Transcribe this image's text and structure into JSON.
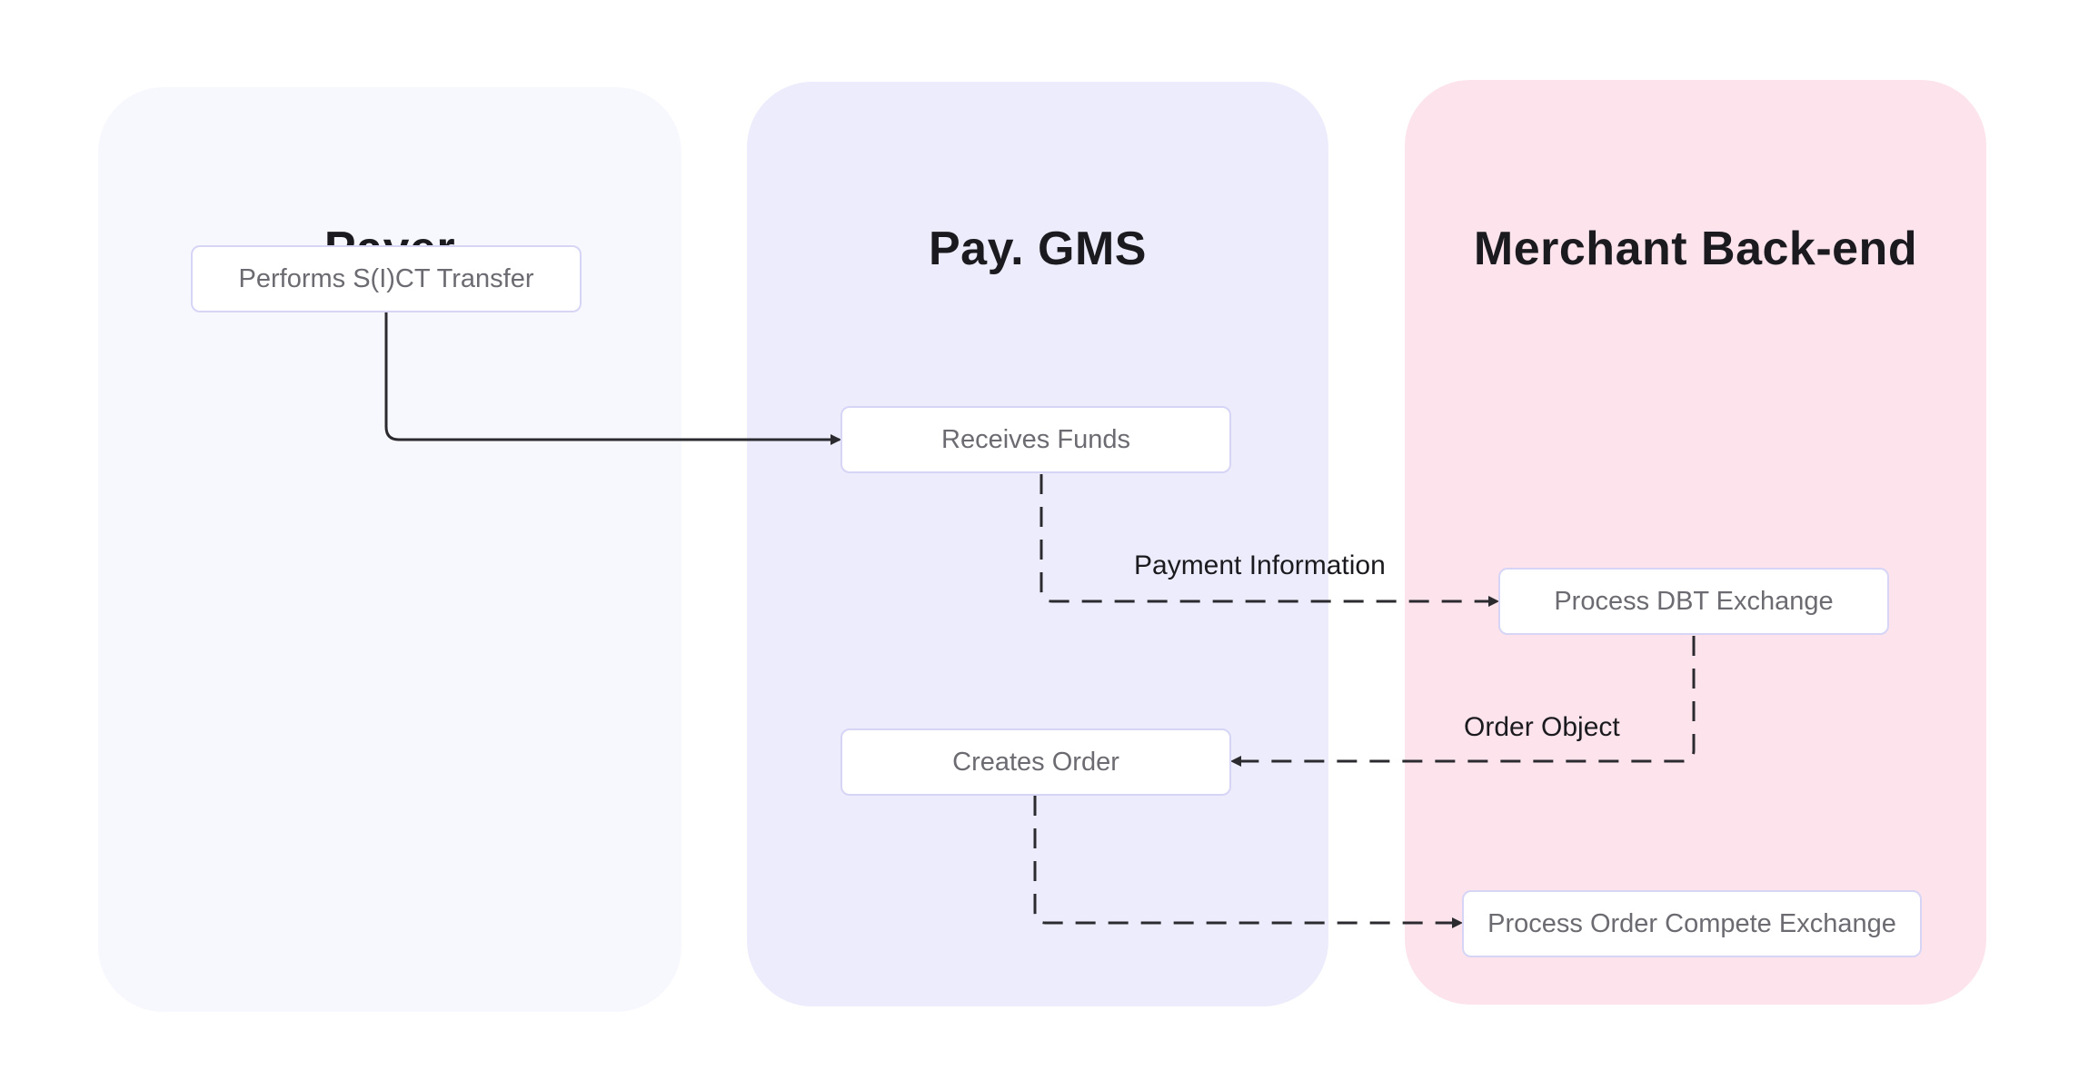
{
  "colors": {
    "lane_payer": "#f7f7fe",
    "lane_gms": "#ececfd",
    "lane_merchant": "#fde4ec",
    "edge": "#2b2b2f",
    "node_border": "#d6d5f6"
  },
  "lanes": [
    {
      "id": "payer",
      "title": "Payer"
    },
    {
      "id": "gms",
      "title": "Pay. GMS"
    },
    {
      "id": "merchant",
      "title": "Merchant Back-end"
    }
  ],
  "nodes": {
    "performs_transfer": "Performs S(I)CT Transfer",
    "receives_funds": "Receives Funds",
    "creates_order": "Creates Order",
    "process_dbt_exchange": "Process DBT Exchange",
    "process_order_complete": "Process Order Compete Exchange"
  },
  "edges": [
    {
      "from": "performs_transfer",
      "to": "receives_funds",
      "label": "",
      "style": "solid"
    },
    {
      "from": "receives_funds",
      "to": "process_dbt_exchange",
      "label": "Payment Information",
      "style": "dashed"
    },
    {
      "from": "process_dbt_exchange",
      "to": "creates_order",
      "label": "Order Object",
      "style": "dashed"
    },
    {
      "from": "creates_order",
      "to": "process_order_complete",
      "label": "",
      "style": "dashed"
    }
  ]
}
